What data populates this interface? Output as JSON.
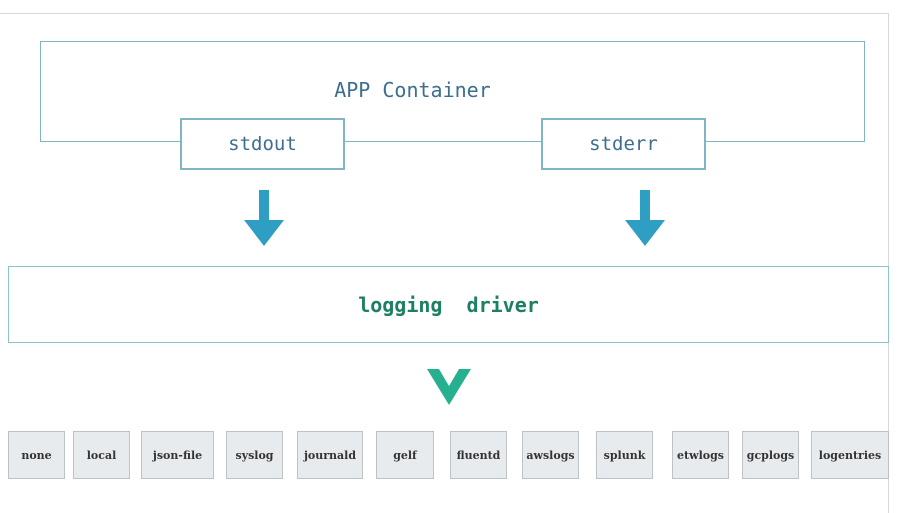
{
  "app": {
    "title": "APP Container"
  },
  "streams": {
    "stdout": "stdout",
    "stderr": "stderr"
  },
  "driver": {
    "label": "logging  driver"
  },
  "drivers": [
    "none",
    "local",
    "json-file",
    "syslog",
    "journald",
    "gelf",
    "fluentd",
    "awslogs",
    "splunk",
    "etwlogs",
    "gcplogs",
    "logentries"
  ],
  "colors": {
    "arrow": "#2f9ec3",
    "vmark": "#26b08f",
    "frame": "#7fb6c4",
    "driver_text": "#1d7f63"
  }
}
